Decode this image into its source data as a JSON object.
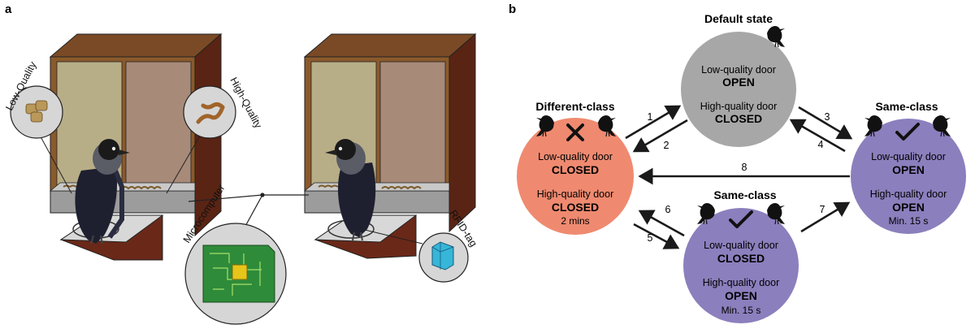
{
  "panel_a": {
    "letter": "a",
    "callouts": {
      "low_quality": "Low-Quality",
      "high_quality": "High-Quality",
      "microcomputer": "Microcomputer",
      "rfid_tag": "RFID-tag"
    }
  },
  "panel_b": {
    "letter": "b",
    "states": {
      "default": {
        "title": "Default state",
        "low_door_label": "Low-quality door",
        "low_door_status": "OPEN",
        "high_door_label": "High-quality door",
        "high_door_status": "CLOSED",
        "color": "#a7a7a7"
      },
      "different": {
        "title": "Different-class",
        "low_door_label": "Low-quality door",
        "low_door_status": "CLOSED",
        "high_door_label": "High-quality door",
        "high_door_status": "CLOSED",
        "duration": "2 mins",
        "color": "#ef8a70"
      },
      "same_right": {
        "title": "Same-class",
        "low_door_label": "Low-quality door",
        "low_door_status": "OPEN",
        "high_door_label": "High-quality door",
        "high_door_status": "OPEN",
        "duration": "Min. 15 s",
        "color": "#8c7fbd"
      },
      "same_bottom": {
        "title": "Same-class",
        "low_door_label": "Low-quality door",
        "low_door_status": "CLOSED",
        "high_door_label": "High-quality door",
        "high_door_status": "OPEN",
        "duration": "Min. 15 s",
        "color": "#8c7fbd"
      }
    },
    "arrows": [
      "1",
      "2",
      "3",
      "4",
      "5",
      "6",
      "7",
      "8"
    ]
  },
  "colors": {
    "wood": "#8b5a2b",
    "wood_dark": "#5a2a14",
    "panel_low": "#b9b08a",
    "panel_high": "#a98a7a",
    "tray": "#9a9a9a",
    "chip_green": "#2e8b3a",
    "rfid_blue": "#36b6d8"
  }
}
